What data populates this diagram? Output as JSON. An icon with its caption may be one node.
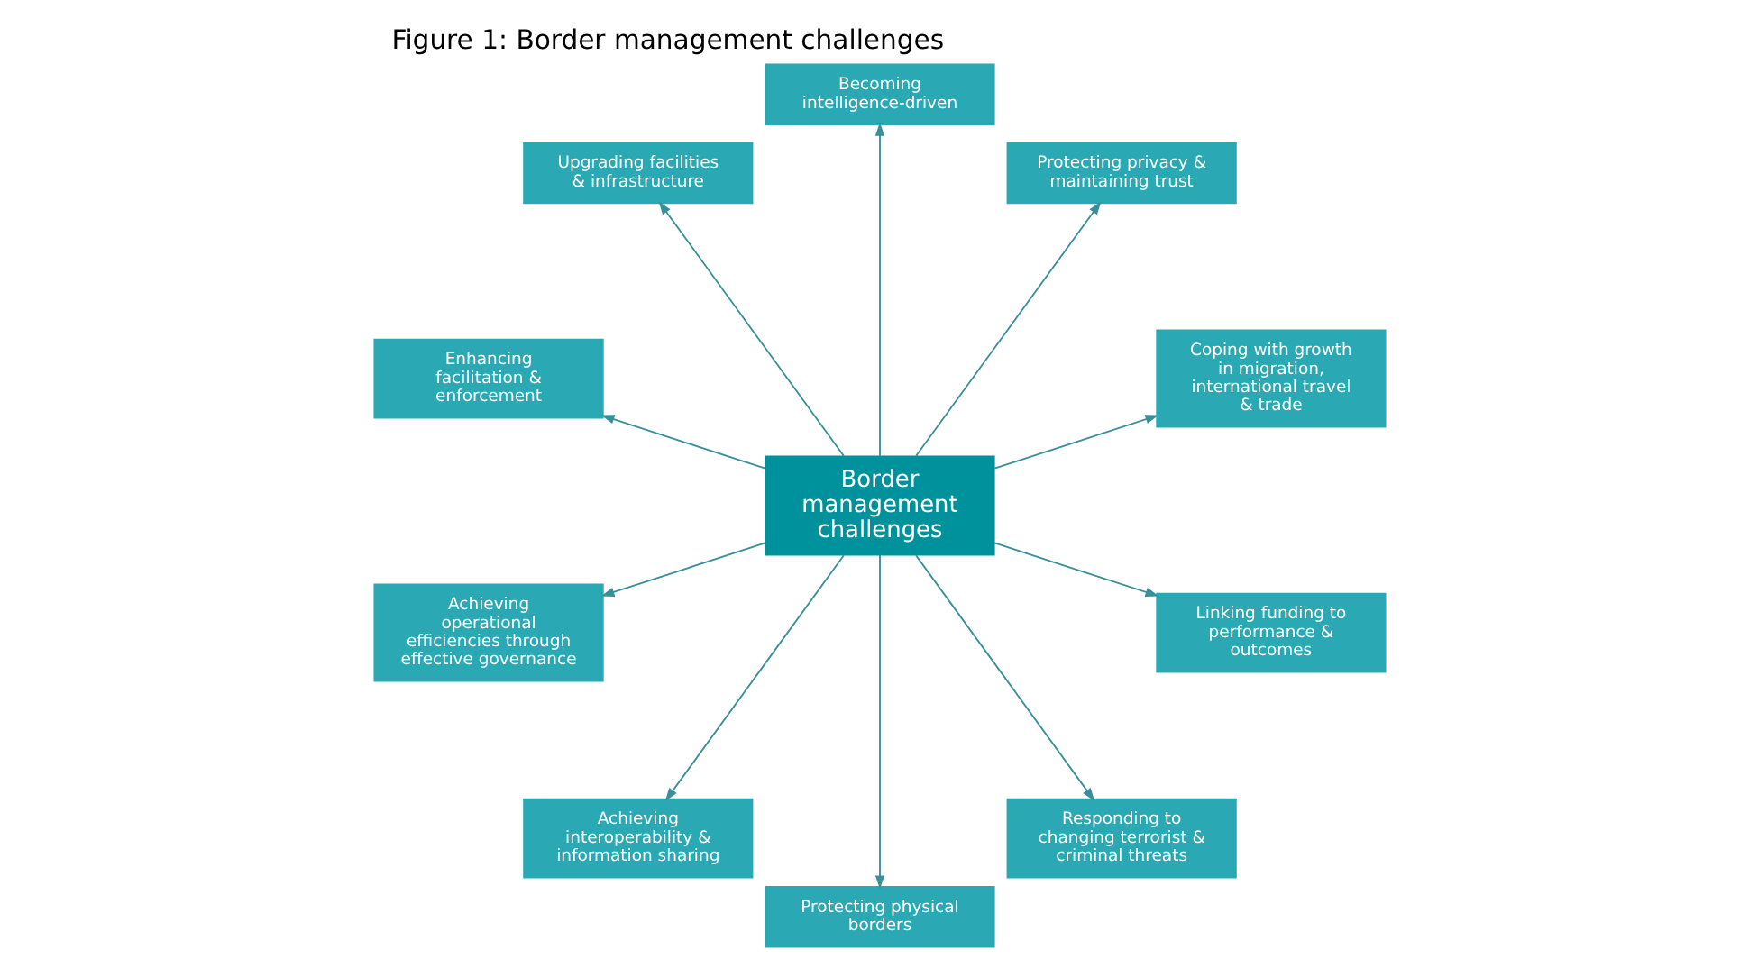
{
  "diagram": {
    "title": "Figure 1: Border management challenges",
    "nodes": [
      {
        "text": [
          "Border management challenges"
        ]
      },
      {
        "text": [
          "Coping with growth in migration, international travel & trade"
        ]
      },
      {
        "text": [
          "Protecting privacy & maintaining trust"
        ]
      },
      {
        "text": [
          "Becoming intelligence-driven"
        ]
      },
      {
        "text": [
          "Upgrading facilities & infrastructure"
        ]
      },
      {
        "text": [
          "Enhancing facilitation & enforcement"
        ]
      },
      {
        "text": [
          "Achieving operational efficiencies through effective governance"
        ]
      },
      {
        "text": [
          "Achieving interoperability & information sharing"
        ]
      },
      {
        "text": [
          "Protecting physical borders"
        ]
      },
      {
        "text": [
          "Responding to changing terrorist & criminal threats"
        ]
      },
      {
        "text": [
          "Linking funding to performance & outcomes"
        ]
      }
    ],
    "edges": [
      {
        "from": 0,
        "to": 1,
        "arrow": "to"
      },
      {
        "from": 0,
        "to": 2,
        "arrow": "to"
      },
      {
        "from": 0,
        "to": 3,
        "arrow": "to"
      },
      {
        "from": 0,
        "to": 4,
        "arrow": "to"
      },
      {
        "from": 0,
        "to": 6,
        "arrow": "to"
      },
      {
        "from": 0,
        "to": 10,
        "arrow": "to"
      },
      {
        "from": 0,
        "to": 9,
        "arrow": "to"
      },
      {
        "from": 0,
        "to": 8,
        "arrow": "to"
      },
      {
        "from": 0,
        "to": 7,
        "arrow": "to"
      },
      {
        "from": 0,
        "to": 5,
        "arrow": "to"
      }
    ]
  }
}
